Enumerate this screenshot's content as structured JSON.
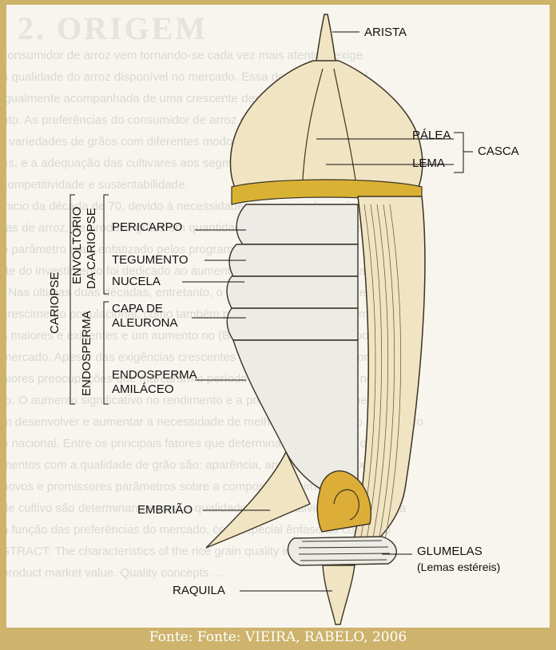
{
  "labels": {
    "arista": "ARISTA",
    "palea": "PÁLEA",
    "casca": "CASCA",
    "lema": "LEMA",
    "pericarpo": "PERICARPO",
    "tegumento": "TEGUMENTO",
    "nucela": "NUCELA",
    "capa_aleurona_1": "CAPA DE",
    "capa_aleurona_2": "ALEURONA",
    "endosperma_amilaceo_1": "ENDOSPERMA",
    "endosperma_amilaceo_2": "AMILÁCEO",
    "embriao": "EMBRIÃO",
    "glumelas": "GLUMELAS",
    "lemas_estereis": "(Lemas estéreis)",
    "raquila": "RAQUILA",
    "cariopse": "CARIOPSE",
    "envoltorio_1": "ENVOLTÓRIO",
    "envoltorio_2": "DA CARIOPSE",
    "endosperma": "ENDOSPERMA"
  },
  "background_text": {
    "heading": "2. ORIGEM",
    "lines": [
      "consumidor de arroz vem tornando-se cada vez mais atento e exige",
      "à qualidade do arroz disponível no mercado. Essa demanda por qual",
      "igualmente acompanhada de uma crescente demanda por quanti",
      "nto. As preferências do consumidor de arroz são bastante diversificad",
      "r variedades de grãos com diferentes modos de usos e costumes regi",
      "es, e a adequação das cultivares aos segmentos do mercado propor",
      "competitividade e sustentabilidade.",
      "",
      "inicio da década de 70, devido à necessidade, na maioria dos país",
      "ras de arroz, de produzir grãos em quantidade suficiente, o rendimento",
      "o parâmetro mais enfatizado pelos programas de melhoramento do ar",
      "rte do investimento foi dedicado ao aumento da produtividade e estabil",
      ". Nas últimas duas décadas, entretanto, o produto vem ganhando des",
      "crescimento populacional, como também pelo desenvolvimento de me",
      "s maiores e exigentes e um aumento no (Bey, 1996, 1997) no compor",
      "mercado. Apesar das exigências crescentes no mercado consumidor, ele",
      "aiores preocupações que marcaram o período em que os produtos nos",
      "to. O aumento significativo no rendimento e a produtividade neste perí",
      "m desenvolver e aumentar a necessidade de melhoria e adequação do produto",
      "o nacional. Entre os principais fatores que determinam a qualidade do ar",
      "mentos com a qualidade de grão são: aparência, aroma, sabor e textura",
      "novos e promissores parâmetros sobre a composição química e a",
      "de cultivo são determinantes para a qualidade e a produtividade tecnológica",
      "n função das preferências do mercado, com especial ênfase ao consumo",
      "",
      "",
      "STRACT: The characteristics of the rice grain quality in the ma",
      "product market value. Quality concepts ..."
    ]
  },
  "caption": "Fonte: Fonte: VIEIRA, RABELO, 2006",
  "colors": {
    "frame": "#cdb36c",
    "panel": "#f7f5ee",
    "husk": "#f1e4c2",
    "husk_outline": "#3a3325",
    "layer": "#ecebe6",
    "gold": "#d9b233",
    "embryo": "#dcae38"
  }
}
